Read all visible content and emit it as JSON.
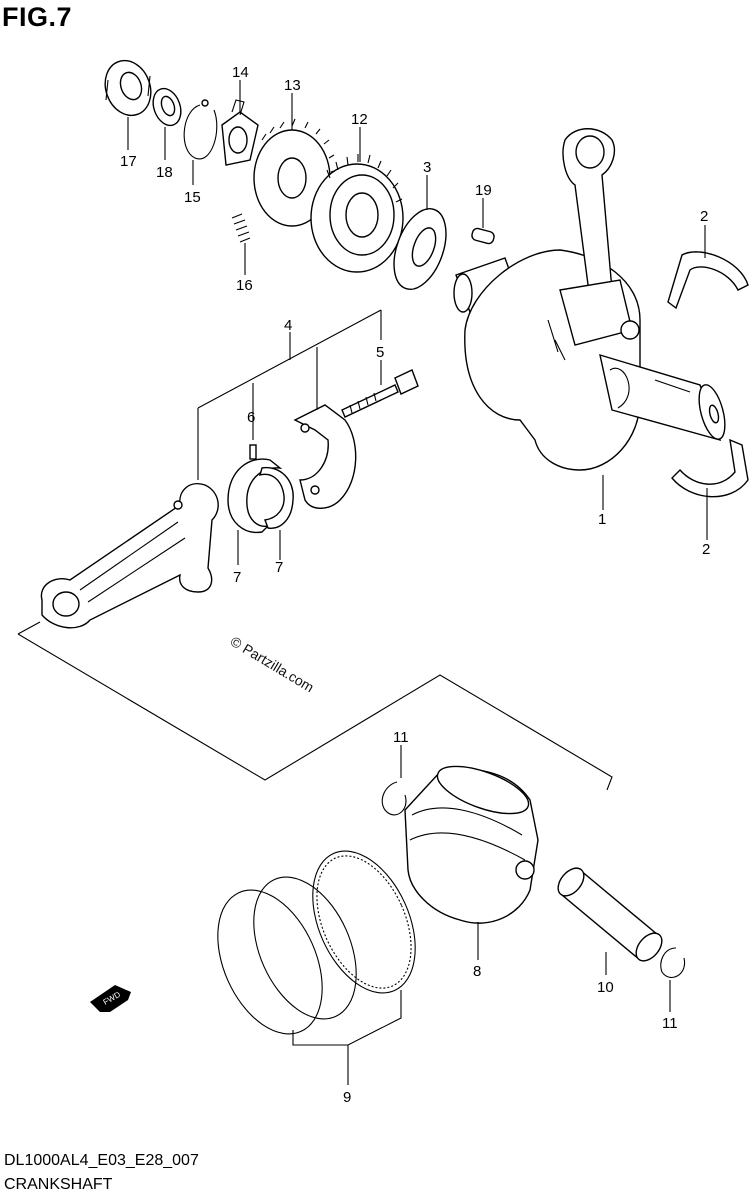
{
  "figure": {
    "title": "FIG.7",
    "code": "DL1000AL4_E03_E28_007",
    "name": "CRANKSHAFT",
    "watermark": "© Partzilla.com",
    "fwd_label": "FWD"
  },
  "callouts": {
    "n1": "1",
    "n2a": "2",
    "n2b": "2",
    "n3": "3",
    "n4": "4",
    "n5": "5",
    "n6": "6",
    "n7a": "7",
    "n7b": "7",
    "n8": "8",
    "n9": "9",
    "n10": "10",
    "n11a": "11",
    "n11b": "11",
    "n12": "12",
    "n13": "13",
    "n14": "14",
    "n15": "15",
    "n16": "16",
    "n17": "17",
    "n18": "18",
    "n19": "19"
  }
}
